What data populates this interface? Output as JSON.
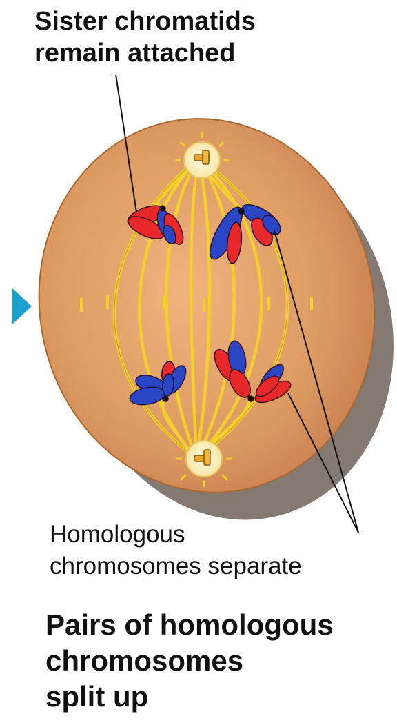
{
  "labels": {
    "top": [
      "Sister chromatids",
      "remain attached"
    ],
    "bottom": [
      "Homologous",
      "chromosomes separate"
    ]
  },
  "caption": [
    "Pairs of homologous",
    "chromosomes",
    "split up"
  ],
  "colors": {
    "cell": "#dc9a62",
    "cell_edge": "#b06830",
    "cell_shadow": "#8a8178",
    "spindle": "#f2cf2c",
    "paternal": "#e8282a",
    "maternal": "#2a46c4",
    "arrow": "#1e9fd2"
  }
}
